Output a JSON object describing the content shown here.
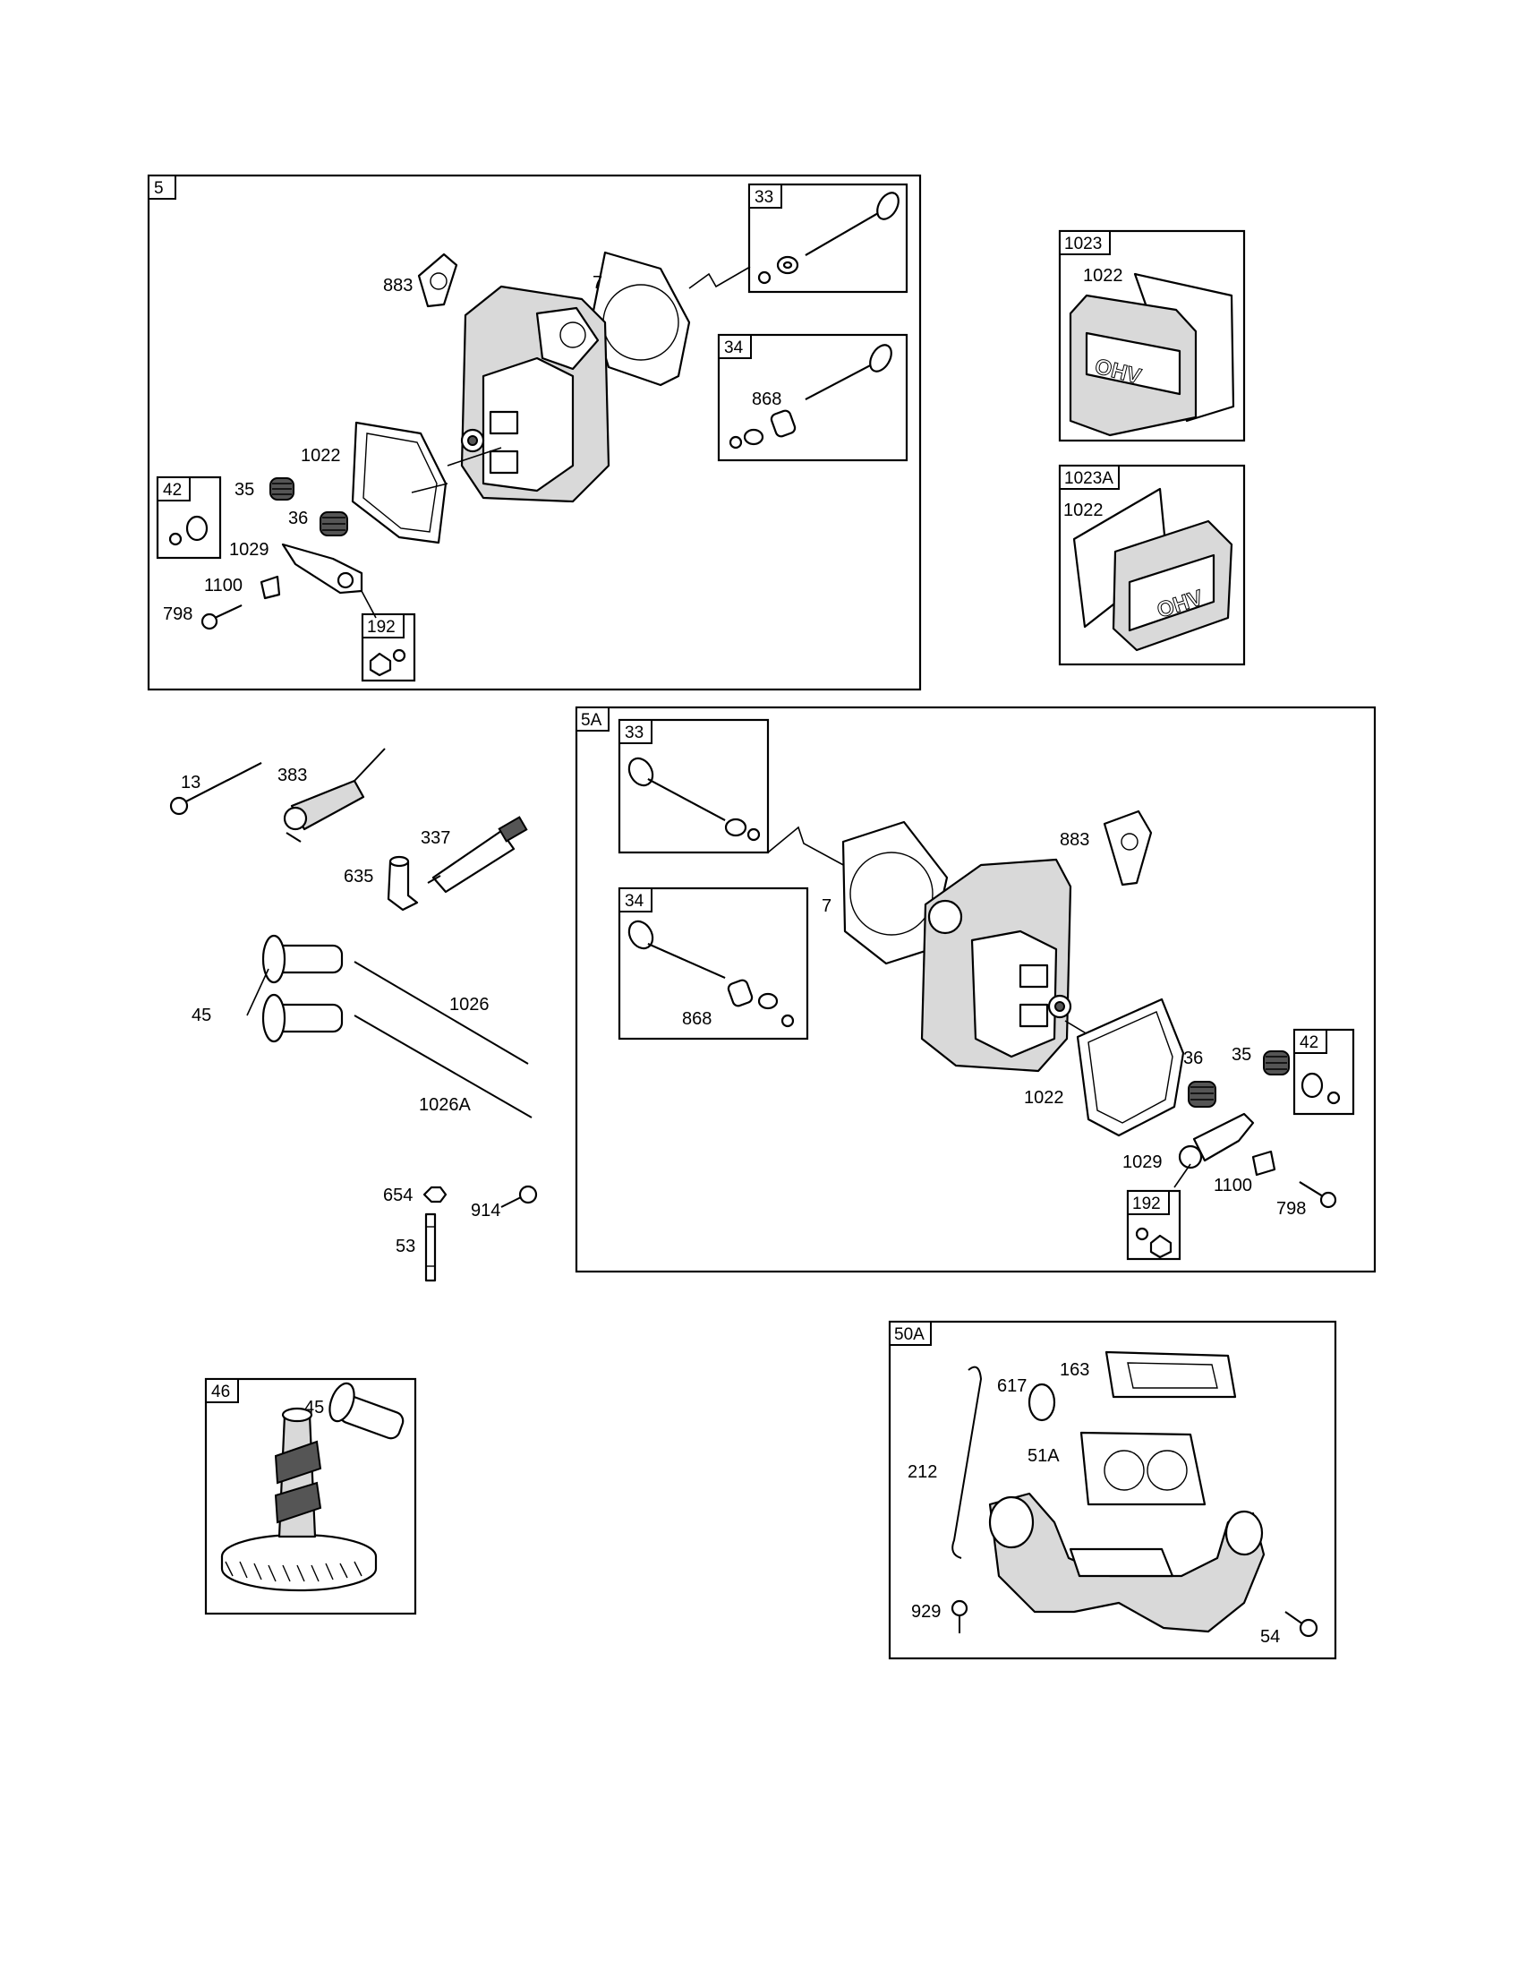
{
  "groups": {
    "g5": "5",
    "g5A": "5A",
    "g1023": "1023",
    "g1023A": "1023A",
    "g46": "46",
    "g50A": "50A"
  },
  "subgroups": {
    "s5_33": "33",
    "s5_34": "34",
    "s5_42": "42",
    "s5_192": "192",
    "s5A_33": "33",
    "s5A_34": "34",
    "s5A_42": "42",
    "s5A_192": "192"
  },
  "labels": {
    "g5": {
      "p883": "883",
      "p7": "7",
      "p868": "868",
      "p1022": "1022",
      "p35": "35",
      "p36": "36",
      "p1029": "1029",
      "p1100": "1100",
      "p798": "798"
    },
    "g1023": {
      "p1022": "1022"
    },
    "g1023A": {
      "p1022": "1022"
    },
    "loose": {
      "p13": "13",
      "p383": "383",
      "p337": "337",
      "p635": "635",
      "p45": "45",
      "p1026": "1026",
      "p1026A": "1026A",
      "p654": "654",
      "p914": "914",
      "p53": "53"
    },
    "g5A": {
      "p883": "883",
      "p7": "7",
      "p868": "868",
      "p36": "36",
      "p35": "35",
      "p1022": "1022",
      "p1029": "1029",
      "p1100": "1100",
      "p798": "798"
    },
    "g46": {
      "p45": "45"
    },
    "g50A": {
      "p617": "617",
      "p163": "163",
      "p51A": "51A",
      "p212": "212",
      "p929": "929",
      "p54": "54"
    }
  },
  "cover_marking": "OHV"
}
